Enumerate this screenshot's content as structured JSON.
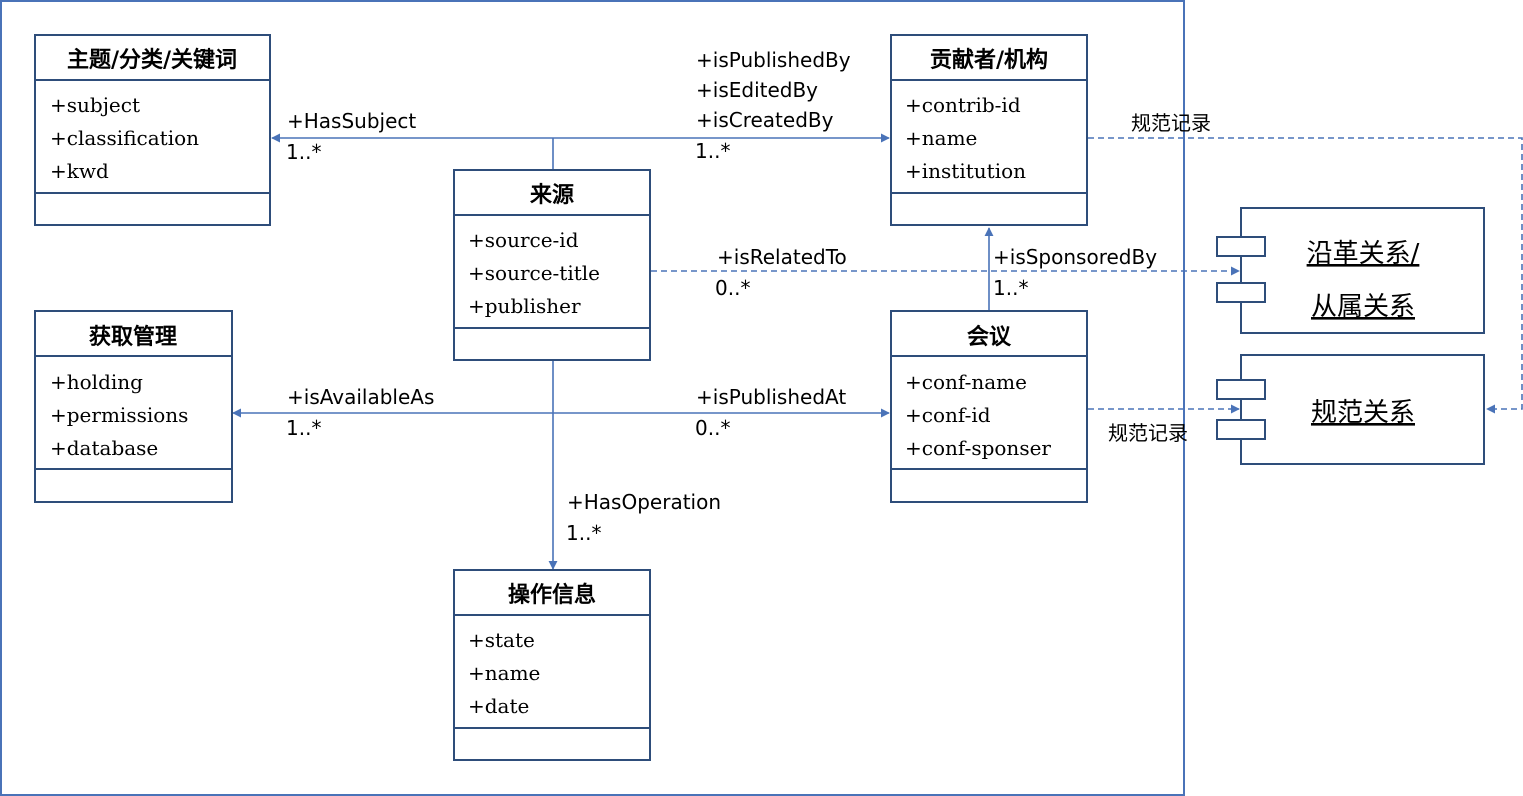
{
  "classes": {
    "subject": {
      "title": "主题/分类/关键词",
      "attrs": [
        "+subject",
        "+classification",
        "+kwd"
      ]
    },
    "contributor": {
      "title": "贡献者/机构",
      "attrs": [
        "+contrib-id",
        "+name",
        "+institution"
      ]
    },
    "source": {
      "title": "来源",
      "attrs": [
        "+source-id",
        "+source-title",
        "+publisher"
      ]
    },
    "acquisition": {
      "title": "获取管理",
      "attrs": [
        "+holding",
        "+permissions",
        "+database"
      ]
    },
    "conference": {
      "title": "会议",
      "attrs": [
        "+conf-name",
        "+conf-id",
        "+conf-sponser"
      ]
    },
    "operation": {
      "title": "操作信息",
      "attrs": [
        "+state",
        "+name",
        "+date"
      ]
    }
  },
  "components": {
    "history": {
      "line1": "沿革关系/",
      "line2": "从属关系"
    },
    "authority": {
      "label": "规范关系"
    }
  },
  "relations": {
    "has_subject": {
      "label": "+HasSubject",
      "mult": "1..*"
    },
    "contributor_rel": {
      "lines": [
        "+isPublishedBy",
        "+isEditedBy",
        "+isCreatedBy"
      ],
      "mult": "1..*"
    },
    "is_related_to": {
      "label": "+isRelatedTo",
      "mult": "0..*"
    },
    "is_sponsored_by": {
      "label": "+isSponsoredBy",
      "mult": "1..*"
    },
    "is_available_as": {
      "label": "+isAvailableAs",
      "mult": "1..*"
    },
    "is_published_at": {
      "label": "+isPublishedAt",
      "mult": "0..*"
    },
    "has_operation": {
      "label": "+HasOperation",
      "mult": "1..*"
    },
    "authority_record_top": {
      "label": "规范记录"
    },
    "authority_record_bottom": {
      "label": "规范记录"
    }
  },
  "colors": {
    "line": "#4a73b8",
    "border": "#2e4d7a"
  }
}
